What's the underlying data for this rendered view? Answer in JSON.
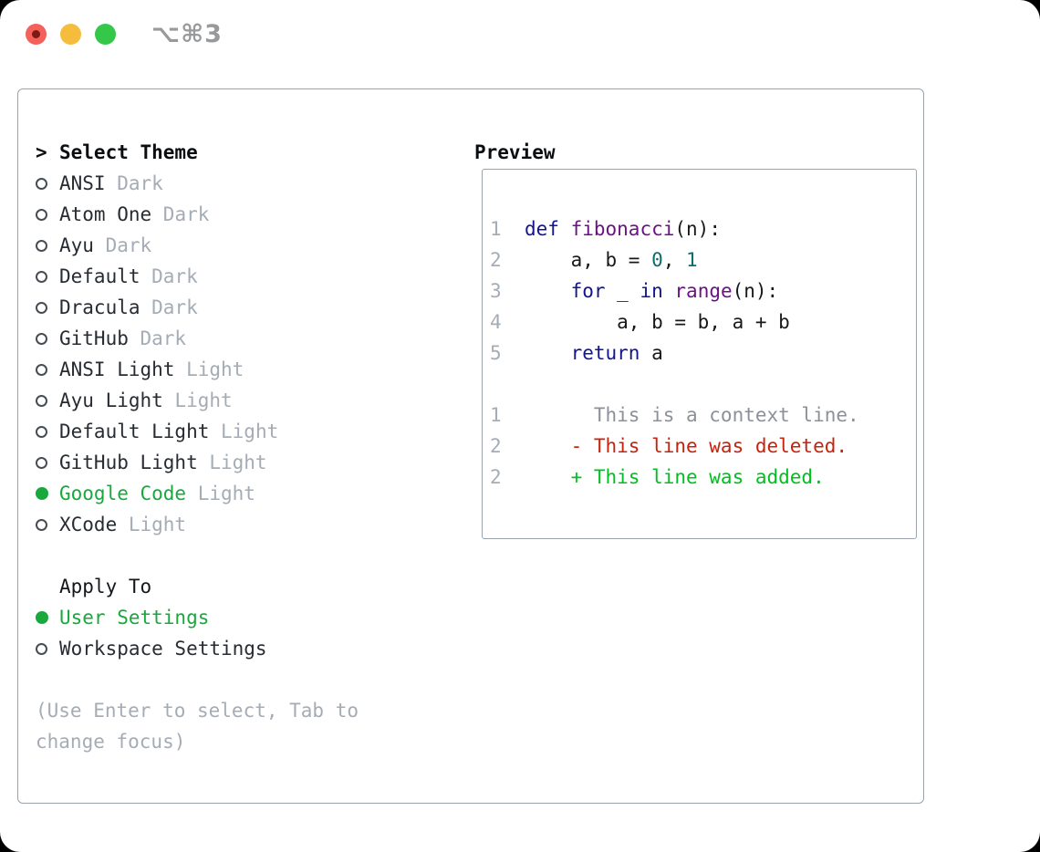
{
  "window": {
    "title": "⌥⌘3",
    "traffic_lights": {
      "close": "#f4605a",
      "close_dot": "#7c1a13",
      "minimize": "#f6bd3c",
      "zoom": "#34c748"
    }
  },
  "theme_panel": {
    "header_prefix": ">",
    "header": "Select Theme",
    "items": [
      {
        "name": "ANSI",
        "variant": "Dark",
        "selected": false
      },
      {
        "name": "Atom One",
        "variant": "Dark",
        "selected": false
      },
      {
        "name": "Ayu",
        "variant": "Dark",
        "selected": false
      },
      {
        "name": "Default",
        "variant": "Dark",
        "selected": false
      },
      {
        "name": "Dracula",
        "variant": "Dark",
        "selected": false
      },
      {
        "name": "GitHub",
        "variant": "Dark",
        "selected": false
      },
      {
        "name": "ANSI Light",
        "variant": "Light",
        "selected": false
      },
      {
        "name": "Ayu Light",
        "variant": "Light",
        "selected": false
      },
      {
        "name": "Default Light",
        "variant": "Light",
        "selected": false
      },
      {
        "name": "GitHub Light",
        "variant": "Light",
        "selected": false
      },
      {
        "name": "Google Code",
        "variant": "Light",
        "selected": true
      },
      {
        "name": "XCode",
        "variant": "Light",
        "selected": false
      }
    ],
    "apply_to": {
      "header": "Apply To",
      "options": [
        {
          "name": "User Settings",
          "selected": true
        },
        {
          "name": "Workspace Settings",
          "selected": false
        }
      ]
    },
    "help_text": "(Use Enter to select, Tab to change focus)"
  },
  "preview": {
    "title": "Preview",
    "code_lines": [
      {
        "num": "1",
        "tokens": [
          {
            "t": "def",
            "c": "keyword"
          },
          {
            "t": " ",
            "c": "plain"
          },
          {
            "t": "fibonacci",
            "c": "function"
          },
          {
            "t": "(n):",
            "c": "plain"
          }
        ]
      },
      {
        "num": "2",
        "tokens": [
          {
            "t": "    a, b = ",
            "c": "plain"
          },
          {
            "t": "0",
            "c": "literal"
          },
          {
            "t": ", ",
            "c": "plain"
          },
          {
            "t": "1",
            "c": "literal"
          }
        ]
      },
      {
        "num": "3",
        "tokens": [
          {
            "t": "    ",
            "c": "plain"
          },
          {
            "t": "for",
            "c": "keyword"
          },
          {
            "t": " _ ",
            "c": "plain"
          },
          {
            "t": "in",
            "c": "keyword"
          },
          {
            "t": " ",
            "c": "plain"
          },
          {
            "t": "range",
            "c": "function"
          },
          {
            "t": "(n):",
            "c": "plain"
          }
        ]
      },
      {
        "num": "4",
        "tokens": [
          {
            "t": "        a, b = b, a + b",
            "c": "plain"
          }
        ]
      },
      {
        "num": "5",
        "tokens": [
          {
            "t": "    ",
            "c": "plain"
          },
          {
            "t": "return",
            "c": "keyword"
          },
          {
            "t": " a",
            "c": "plain"
          }
        ]
      }
    ],
    "diff_lines": [
      {
        "num": "1",
        "tokens": [
          {
            "t": "      This is a context line.",
            "c": "context"
          }
        ]
      },
      {
        "num": "2",
        "tokens": [
          {
            "t": "    - This line was deleted.",
            "c": "deleted"
          }
        ]
      },
      {
        "num": "2",
        "tokens": [
          {
            "t": "    + This line was added.",
            "c": "added"
          }
        ]
      }
    ]
  },
  "colors": {
    "accent_green": "#17a93c",
    "keyword": "#14148f",
    "function": "#6d1187",
    "literal": "#0b6e6e",
    "plain": "#16181b",
    "line_number": "#a4acb6",
    "muted_variant": "#a4acb6",
    "context": "#8b9199",
    "deleted": "#c8220d",
    "added": "#00c020",
    "panel_border": "#9aa3ac"
  }
}
